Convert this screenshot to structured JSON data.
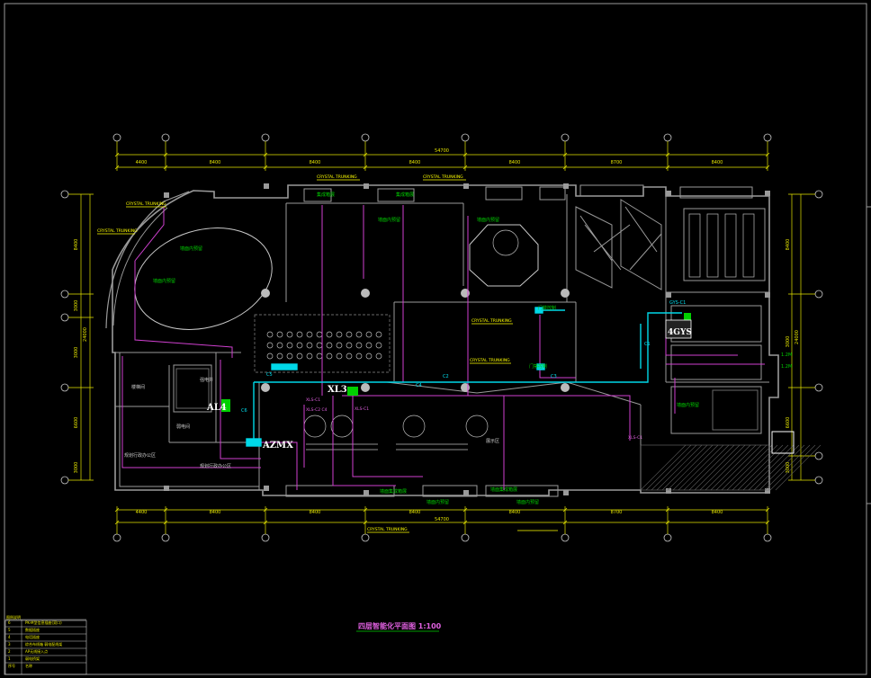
{
  "colors": {
    "background": "#000000",
    "wall": "#9a9a9a",
    "wall_light": "#c8c8c8",
    "dimension": "#e6e600",
    "axis_bubble": "#c8c8c8",
    "cable_magenta": "#d040d0",
    "cable_cyan": "#00d8e8",
    "label_green": "#00d000",
    "label_yellow": "#ffff00",
    "hatch": "#606060",
    "white": "#ffffff"
  },
  "drawing": {
    "title": "四层智能化平面图 1:100"
  },
  "dimensions": {
    "top_total": "54700",
    "top_spans": [
      "4400",
      "8400",
      "8400",
      "8400",
      "8400",
      "8700",
      "8400"
    ],
    "bottom_total": "54700",
    "bottom_spans": [
      "4400",
      "8400",
      "8400",
      "8400",
      "8400",
      "8700",
      "8400"
    ],
    "left_total": "24000",
    "left_spans": [
      "8400",
      "3000",
      "3000",
      "6600",
      "3000"
    ],
    "right_total": "24000",
    "right_spans": [
      "8400",
      "3000",
      "6600",
      "3000"
    ]
  },
  "equipment_labels": {
    "xl3": "XL3",
    "al4": "AL4",
    "azmx": "AZMX",
    "agys": "4GYS"
  },
  "cable_tags": {
    "c6": "C6",
    "c5": "C5",
    "c2": "C2",
    "c3": "C3",
    "c4": "C4",
    "c1": "C1",
    "xls_c1a": "XLS-C1",
    "xls_c2": "XLS-C2 C4",
    "xls_c1b": "XLS-C1",
    "xls_c1c": "XLS-C1",
    "gys_c1": "GYS-C1"
  },
  "green_labels": {
    "g1": "墙面内预留",
    "g2": "墙面内预留",
    "g3": "集成箱展",
    "g4": "集成箱展",
    "g5": "墙面内预留",
    "g6": "门禁控制",
    "g7": "门禁控制",
    "g8": "墙面内预留",
    "g9": "墙面内预留",
    "g10": "墙面集成箱展",
    "g11": "墙面集成箱展",
    "g12": "墙面内预留",
    "g13": "1.2M",
    "g14": "1.2M",
    "g15": "墙面内预留"
  },
  "yellow_tags": {
    "y1": "CRYSTAL TRUNKING",
    "y2": "CRYSTAL TRUNKING",
    "y3": "CRYSTAL TRUNKING",
    "y4": "CRYSTAL TRUNKING",
    "y5": "CRYSTAL TRUNKING",
    "y6": "CRYSTAL TRUNKING",
    "y7": "CRYSTAL TRUNKING"
  },
  "room_labels": {
    "r1": "楼梯间",
    "r2": "强电井",
    "r3": "弱电间",
    "r4": "规划行政办公区",
    "r5": "规划行政办公区",
    "r6": "展示区"
  },
  "legend": {
    "heading": "图例说明",
    "rows": [
      {
        "num": "6",
        "text": "PK-M型信息插座(双口)"
      },
      {
        "num": "5",
        "text": "数据插座"
      },
      {
        "num": "4",
        "text": "电话插座"
      },
      {
        "num": "3",
        "text": "综合布线箱 弱电配线架"
      },
      {
        "num": "2",
        "text": "AP无线接入点"
      },
      {
        "num": "1",
        "text": "弱电桥架"
      },
      {
        "num": "序号",
        "text": "名称"
      }
    ]
  }
}
